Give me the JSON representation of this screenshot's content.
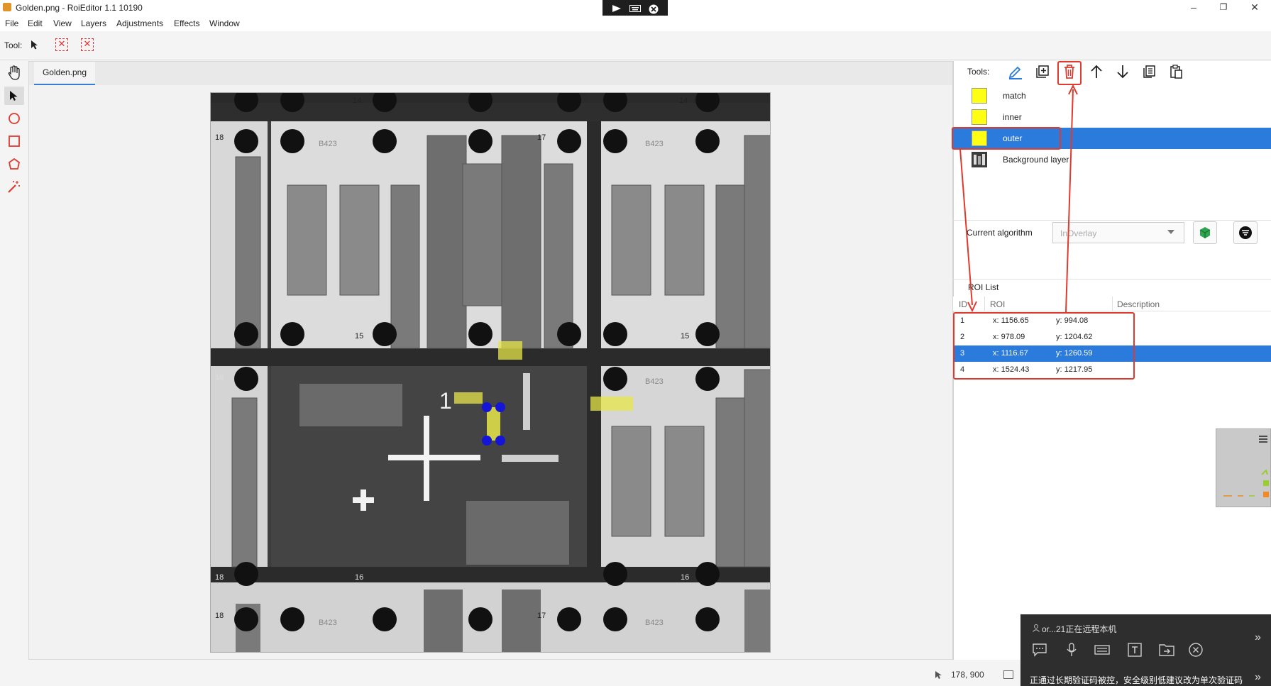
{
  "window": {
    "title": "Golden.png - RoiEditor 1.1 10190",
    "minimize": "–",
    "restore": "❐",
    "close": "✕"
  },
  "menu": [
    "File",
    "Edit",
    "View",
    "Layers",
    "Adjustments",
    "Effects",
    "Window"
  ],
  "toolbar": {
    "tool_label": "Tool:"
  },
  "document": {
    "tab": "Golden.png"
  },
  "right_panel": {
    "tools_label": "Tools:",
    "layers": [
      {
        "name": "match",
        "swatch_color": "#ffff14"
      },
      {
        "name": "inner",
        "swatch_color": "#ffff14"
      },
      {
        "name": "outer",
        "swatch_color": "#ffff14",
        "selected": true
      },
      {
        "name": "Background layer"
      }
    ],
    "algorithm_label": "Current algorithm",
    "algorithm_value": "InOverlay",
    "roi_list_title": "ROI List",
    "roi_columns": [
      "ID",
      "ROI",
      "Description"
    ],
    "roi_rows": [
      {
        "id": "1",
        "x": "x: 1156.65",
        "y": "y: 994.08"
      },
      {
        "id": "2",
        "x": "x: 978.09",
        "y": "y: 1204.62"
      },
      {
        "id": "3",
        "x": "x: 1116.67",
        "y": "y: 1260.59",
        "selected": true
      },
      {
        "id": "4",
        "x": "x: 1524.43",
        "y": "y: 1217.95"
      }
    ]
  },
  "canvas": {
    "cell_labels": [
      "14",
      "14",
      "18",
      "17",
      "18",
      "15",
      "15",
      "18",
      "16",
      "16",
      "18",
      "17",
      "1"
    ],
    "part_labels": [
      "B423",
      "B423",
      "B423",
      "B423",
      "B423"
    ]
  },
  "status": {
    "coords": "178, 900"
  },
  "remote": {
    "user": "or...21正在远程本机",
    "warning": "正通过长期验证码被控，安全级别低建议改为单次验证码",
    "expand": "»"
  },
  "colors": {
    "accent": "#2b7bdc",
    "annotation": "#e03a2f",
    "roi_yellow": "#ffff14"
  }
}
